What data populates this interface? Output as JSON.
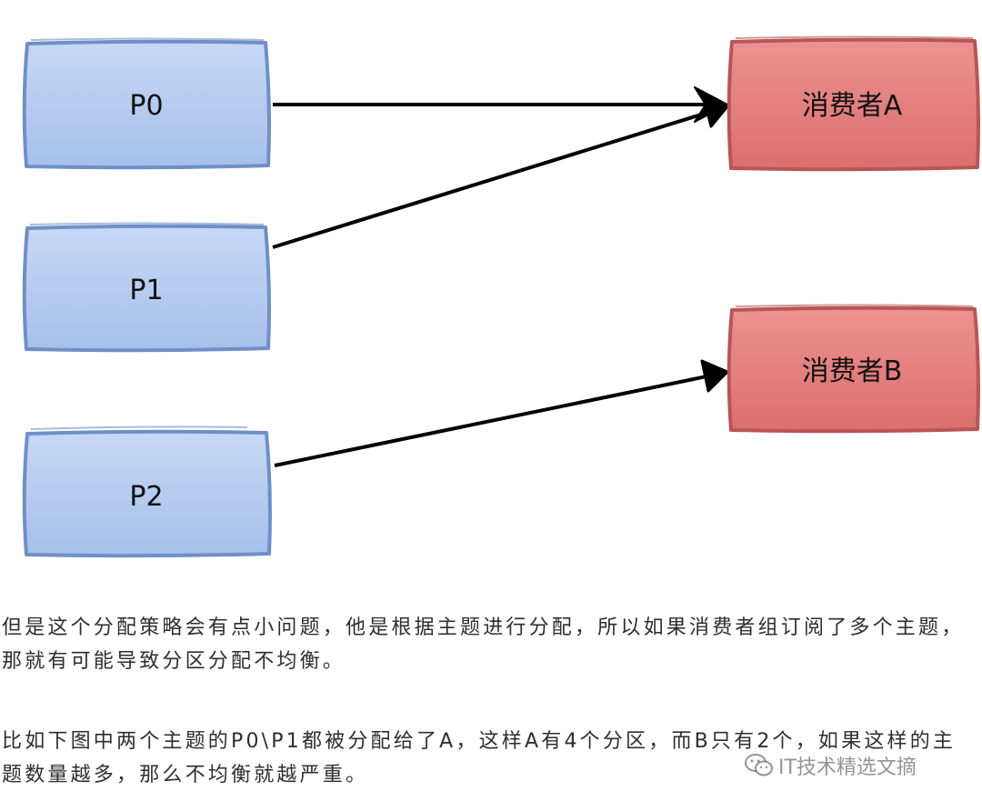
{
  "diagram": {
    "partitions": [
      "P0",
      "P1",
      "P2"
    ],
    "consumers": [
      "消费者A",
      "消费者B"
    ],
    "assignments": [
      {
        "from": "P0",
        "to": "消费者A"
      },
      {
        "from": "P1",
        "to": "消费者A"
      },
      {
        "from": "P2",
        "to": "消费者B"
      }
    ],
    "colors": {
      "partition_fill": "#b7cdf0",
      "partition_stroke": "#6f8fc6",
      "consumer_fill": "#e47f7f",
      "consumer_stroke": "#b85656",
      "arrow": "#000000"
    }
  },
  "text": {
    "paragraph1": "但是这个分配策略会有点小问题，他是根据主题进行分配，所以如果消费者组订阅了多个主题，那就有可能导致分区分配不均衡。",
    "paragraph2": "比如下图中两个主题的P0\\P1都被分配给了A，这样A有4个分区，而B只有2个，如果这样的主题数量越多，那么不均衡就越严重。"
  },
  "watermark": {
    "icon": "wechat-icon",
    "text": "IT技术精选文摘"
  }
}
